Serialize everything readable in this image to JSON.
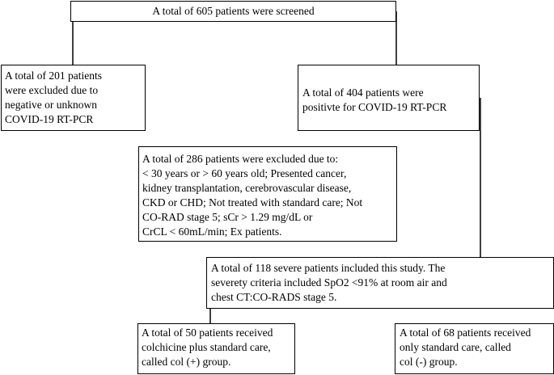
{
  "flowchart": {
    "screened": {
      "lines": [
        "A total of 605 patients were screened"
      ]
    },
    "excluded_negative": {
      "lines": [
        "A total of 201 patients",
        "were excluded due to",
        "negative or unknown",
        "COVID-19 RT-PCR"
      ]
    },
    "positive": {
      "lines": [
        "A total of 404 patients were",
        "positivte for COVID-19 RT-PCR"
      ]
    },
    "excluded_criteria": {
      "lines": [
        "A total of 286 patients were excluded due to:",
        "< 30 years or > 60 years old; Presented cancer,",
        "kidney transplantation, cerebrovascular disease,",
        "CKD or CHD; Not treated with standard care; Not",
        "CO-RAD stage 5; sCr > 1.29 mg/dL or",
        "CrCL < 60mL/min; Ex patients."
      ]
    },
    "included": {
      "lines": [
        "A total of 118 severe patients included this study. The",
        "severety criteria included SpO2 <91% at room air and",
        "chest CT:CO-RADS stage 5."
      ]
    },
    "colchicine_group": {
      "lines": [
        "A total of 50 patients received",
        "colchicine plus standard care,",
        "called col (+) group."
      ]
    },
    "standard_group": {
      "lines": [
        "A total of 68 patients received",
        "only standard care, called",
        "col (-) group."
      ]
    }
  }
}
